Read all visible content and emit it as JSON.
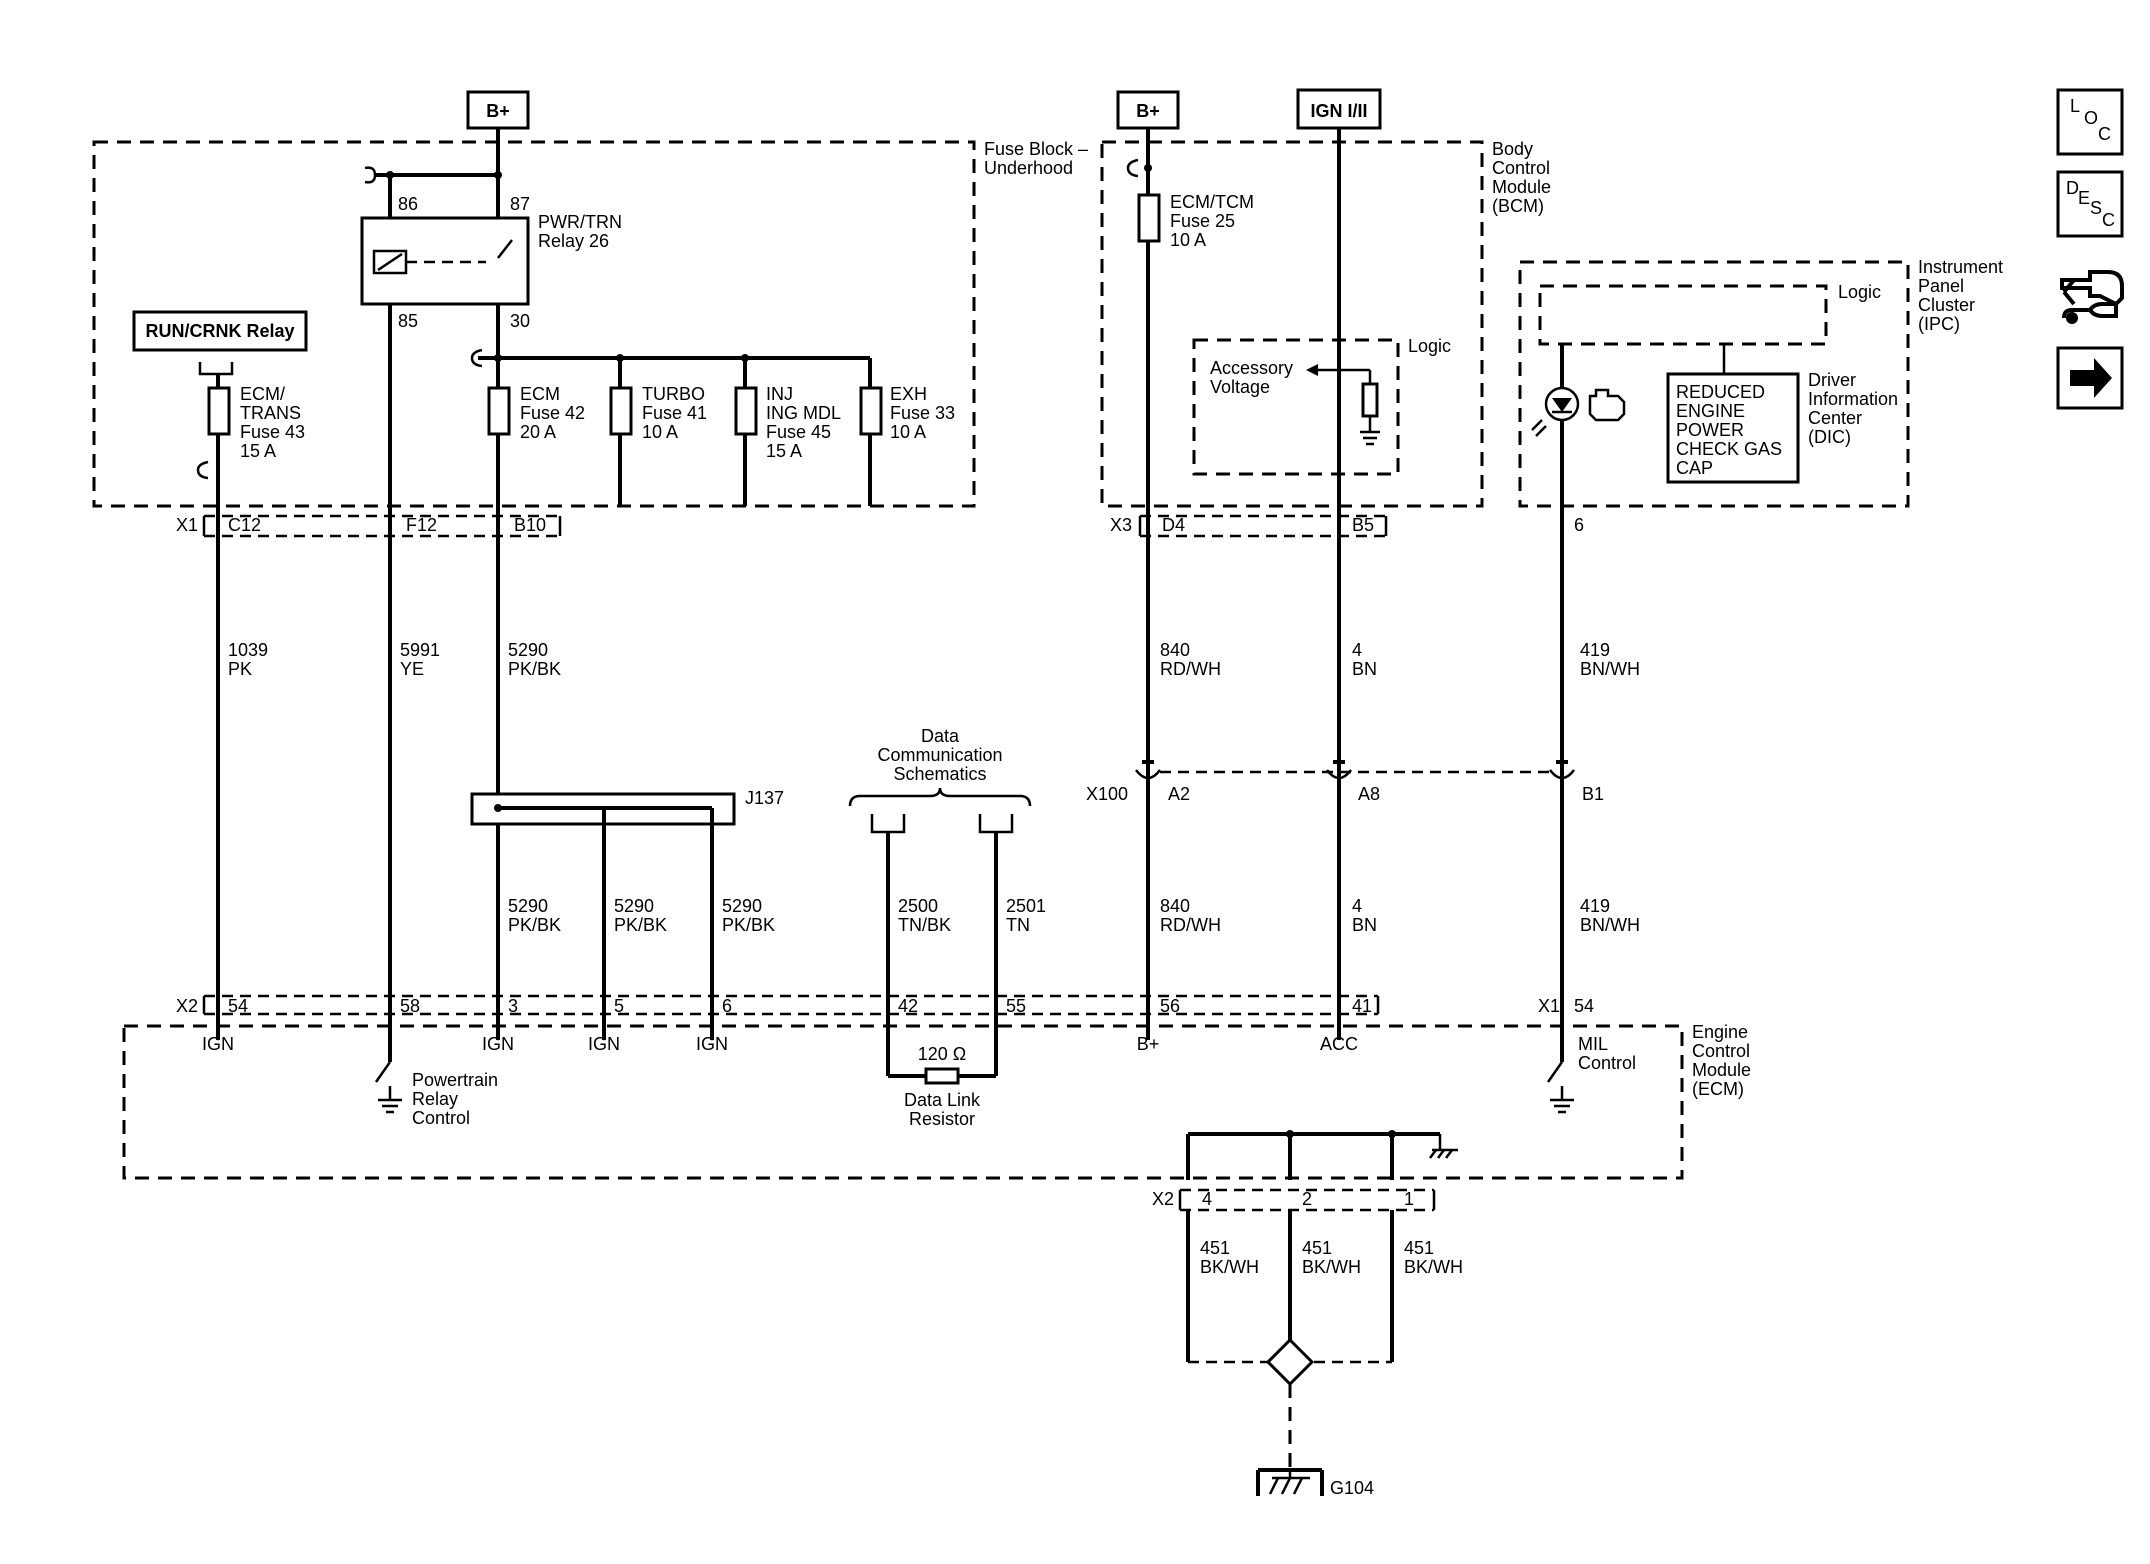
{
  "power_sources": {
    "bplus_fuse_block": "B+",
    "bplus_bcm": "B+",
    "ign": "IGN I/II"
  },
  "modules": {
    "fuse_block": [
      "Fuse Block –",
      "Underhood"
    ],
    "bcm": [
      "Body",
      "Control",
      "Module",
      "(BCM)"
    ],
    "ipc": [
      "Instrument",
      "Panel",
      "Cluster",
      "(IPC)"
    ],
    "ecm": [
      "Engine",
      "Control",
      "Module",
      "(ECM)"
    ]
  },
  "relays": {
    "run_crnk": "RUN/CRNK Relay",
    "pwr_trn": [
      "PWR/TRN",
      "Relay 26"
    ],
    "pins": {
      "p86": "86",
      "p87": "87",
      "p85": "85",
      "p30": "30"
    }
  },
  "fuses": {
    "ecm_trans": [
      "ECM/",
      "TRANS",
      "Fuse 43",
      "15 A"
    ],
    "ecm": [
      "ECM",
      "Fuse 42",
      "20 A"
    ],
    "turbo": [
      "TURBO",
      "Fuse 41",
      "10 A"
    ],
    "inj": [
      "INJ",
      "ING MDL",
      "Fuse 45",
      "15 A"
    ],
    "exh": [
      "EXH",
      "Fuse 33",
      "10 A"
    ],
    "ecm_tcm": [
      "ECM/TCM",
      "Fuse 25",
      "10 A"
    ]
  },
  "logic": {
    "bcm_logic": "Logic",
    "accessory": [
      "Accessory",
      "Voltage"
    ],
    "ipc_logic": "Logic",
    "dic_message": [
      "REDUCED",
      "ENGINE",
      "POWER",
      "CHECK GAS",
      "CAP"
    ],
    "dic_label": [
      "Driver",
      "Information",
      "Center",
      "(DIC)"
    ]
  },
  "connectors": {
    "x1": "X1",
    "c12": "C12",
    "f12": "F12",
    "b10": "B10",
    "x3": "X3",
    "d4": "D4",
    "b5": "B5",
    "ipc6": "6",
    "x100": "X100",
    "a2": "A2",
    "a8": "A8",
    "b1": "B1",
    "j137": "J137",
    "x2": "X2",
    "p54": "54",
    "p58": "58",
    "p3": "3",
    "p5": "5",
    "p6": "6",
    "p42": "42",
    "p55": "55",
    "p56": "56",
    "p41": "41",
    "x1b": "X1",
    "p54b": "54",
    "x2b": "X2",
    "g4": "4",
    "g2": "2",
    "g1": "1"
  },
  "wires": {
    "w1039": [
      "1039",
      "PK"
    ],
    "w5991": [
      "5991",
      "YE"
    ],
    "w5290": [
      "5290",
      "PK/BK"
    ],
    "w840": [
      "840",
      "RD/WH"
    ],
    "w4": [
      "4",
      "BN"
    ],
    "w419": [
      "419",
      "BN/WH"
    ],
    "w5290a": [
      "5290",
      "PK/BK"
    ],
    "w5290b": [
      "5290",
      "PK/BK"
    ],
    "w5290c": [
      "5290",
      "PK/BK"
    ],
    "w2500": [
      "2500",
      "TN/BK"
    ],
    "w2501": [
      "2501",
      "TN"
    ],
    "w840b": [
      "840",
      "RD/WH"
    ],
    "w4b": [
      "4",
      "BN"
    ],
    "w419b": [
      "419",
      "BN/WH"
    ],
    "w451a": [
      "451",
      "BK/WH"
    ],
    "w451b": [
      "451",
      "BK/WH"
    ],
    "w451c": [
      "451",
      "BK/WH"
    ]
  },
  "data_comm": [
    "Data",
    "Communication",
    "Schematics"
  ],
  "resistor": {
    "value": "120 Ω",
    "label": [
      "Data Link",
      "Resistor"
    ]
  },
  "ecm_pins": {
    "ign1": "IGN",
    "prc": [
      "Powertrain",
      "Relay",
      "Control"
    ],
    "ign2": "IGN",
    "ign3": "IGN",
    "ign4": "IGN",
    "bplus": "B+",
    "acc": "ACC",
    "mil": [
      "MIL",
      "Control"
    ]
  },
  "ground": "G104",
  "nav": {
    "loc": [
      "L",
      "O",
      "C"
    ],
    "desc": [
      "D",
      "E",
      "S",
      "C"
    ],
    "icons": [
      "loc-icon",
      "desc-icon",
      "connector-tool-icon",
      "next-arrow-icon"
    ]
  }
}
